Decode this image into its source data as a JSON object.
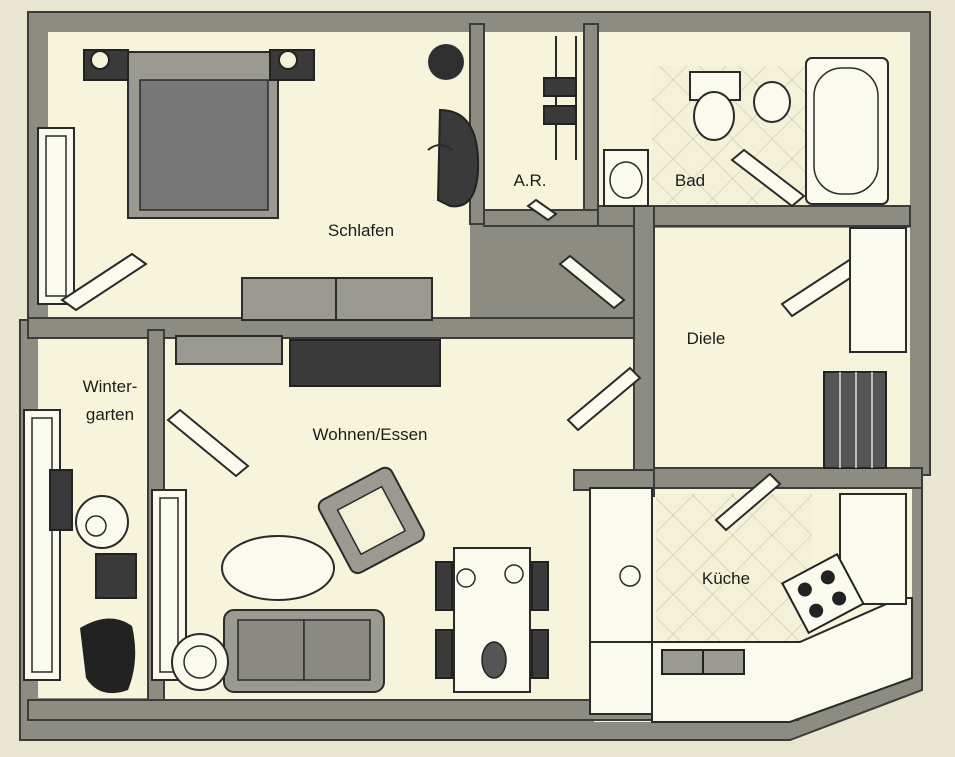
{
  "rooms": {
    "schlafen": "Schlafen",
    "ar": "A.R.",
    "bad": "Bad",
    "diele": "Diele",
    "wintergarten_line1": "Winter-",
    "wintergarten_line2": "garten",
    "wohnen": "Wohnen/Essen",
    "kueche": "Küche"
  },
  "colors": {
    "paper": "#e9e6cf",
    "floor": "#f6f4da",
    "wall": "#8d8c83",
    "ink": "#1c1c1c"
  }
}
